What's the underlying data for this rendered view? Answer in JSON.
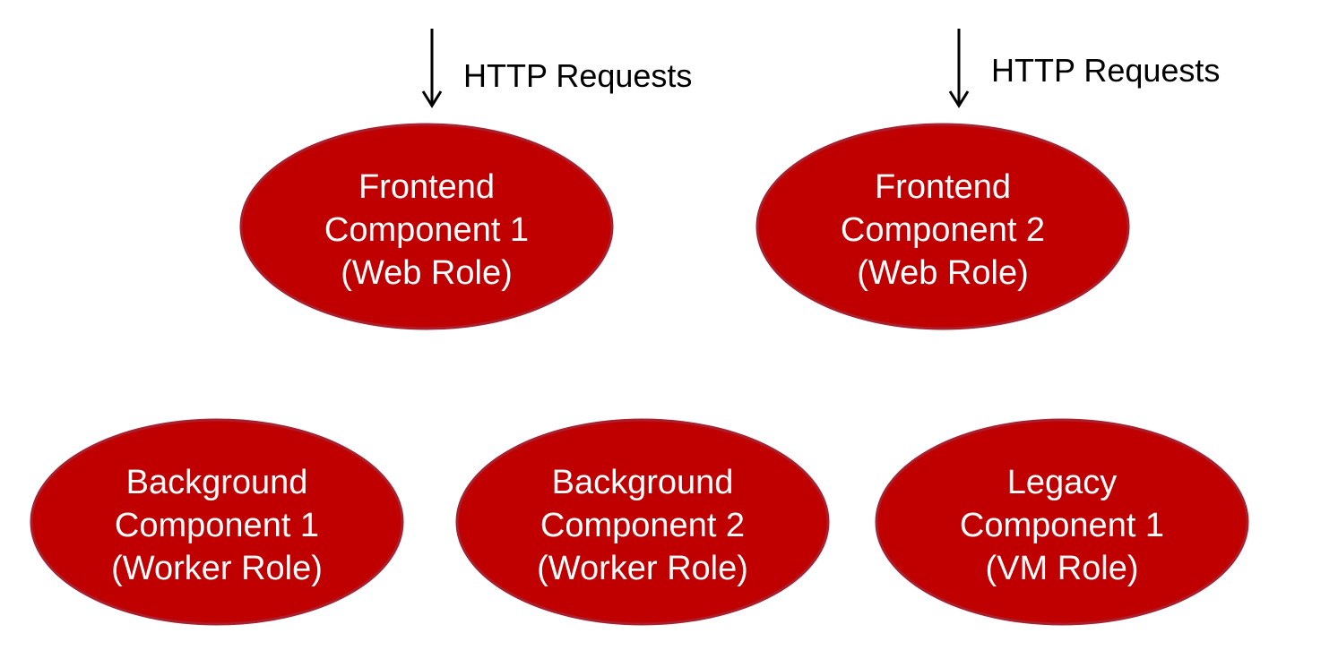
{
  "colors": {
    "node_fill": "#c00000",
    "node_stroke": "#a8202e",
    "node_text": "#ffffff",
    "arrow": "#000000",
    "background": "#ffffff"
  },
  "arrows": [
    {
      "label": "HTTP Requests",
      "target": "frontend_1"
    },
    {
      "label": "HTTP Requests",
      "target": "frontend_2"
    }
  ],
  "nodes": {
    "frontend_1": {
      "lines": [
        "Frontend",
        "Component 1",
        "(Web Role)"
      ]
    },
    "frontend_2": {
      "lines": [
        "Frontend",
        "Component 2",
        "(Web Role)"
      ]
    },
    "background_1": {
      "lines": [
        "Background",
        "Component 1",
        "(Worker Role)"
      ]
    },
    "background_2": {
      "lines": [
        "Background",
        "Component 2",
        "(Worker Role)"
      ]
    },
    "legacy_1": {
      "lines": [
        "Legacy",
        "Component 1",
        "(VM Role)"
      ]
    }
  }
}
